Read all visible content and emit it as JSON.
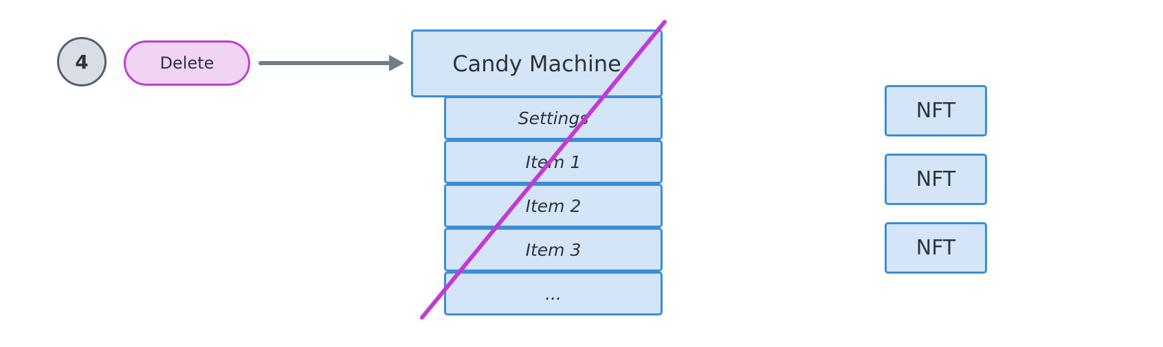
{
  "step": {
    "number": "4"
  },
  "action": {
    "label": "Delete"
  },
  "candy_machine": {
    "title": "Candy Machine",
    "rows": [
      {
        "label": "Settings"
      },
      {
        "label": "Item 1"
      },
      {
        "label": "Item 2"
      },
      {
        "label": "Item 3"
      },
      {
        "label": "..."
      }
    ],
    "deleted": true
  },
  "nfts": [
    {
      "label": "NFT"
    },
    {
      "label": "NFT"
    },
    {
      "label": "NFT"
    }
  ],
  "colors": {
    "box_fill": "#d3e5f7",
    "box_border": "#3a8dd6",
    "pill_fill": "#f1d3f4",
    "pill_border": "#c23ad4",
    "strike": "#c23ad4",
    "arrow": "#6f7d8a",
    "circle_fill": "#d9dee4",
    "circle_border": "#4f5f70",
    "text": "#2b3440"
  }
}
